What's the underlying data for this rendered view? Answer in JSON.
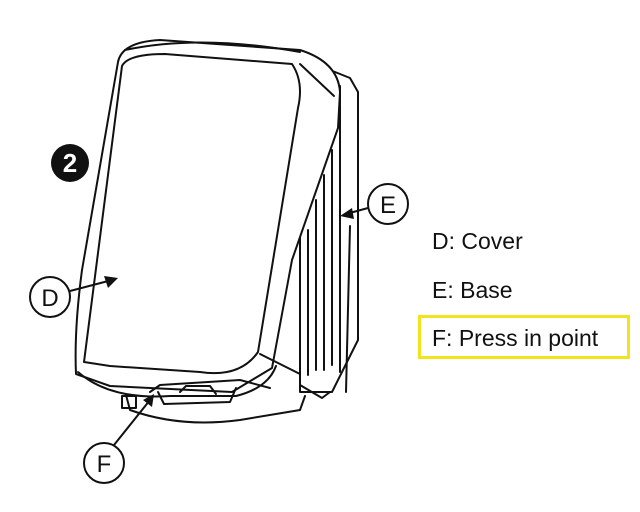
{
  "step_number": "2",
  "callouts": {
    "d": "D",
    "e": "E",
    "f": "F"
  },
  "legend": [
    {
      "letter": "D",
      "text": "D: Cover"
    },
    {
      "letter": "E",
      "text": "E: Base"
    },
    {
      "letter": "F",
      "text": "F: Press in point",
      "highlighted": true
    }
  ],
  "colors": {
    "line": "#111111",
    "highlight": "#f1e41c",
    "background": "#ffffff"
  }
}
